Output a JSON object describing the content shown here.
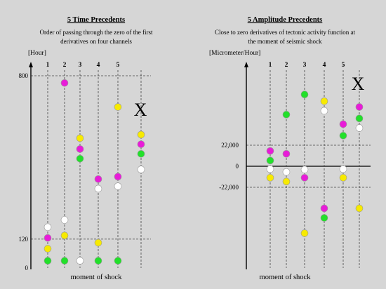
{
  "chart_data": [
    {
      "type": "scatter",
      "title": "5 Time Precedents",
      "subtitle": [
        "Order of passing through the zero of the first",
        "derivatives  on four channels"
      ],
      "ylabel": "[Hour]",
      "xlabel": "moment  of  shock",
      "yticks": [
        {
          "label": "800",
          "value": 800
        },
        {
          "label": "120",
          "value": 120
        },
        {
          "label": "0",
          "value": 0
        }
      ],
      "channels": [
        "1",
        "2",
        "3",
        "4",
        "5"
      ],
      "marker_label": "X",
      "series": [
        {
          "color": "#ffffff",
          "points": [
            [
              1,
              170
            ],
            [
              2,
              200
            ],
            [
              3,
              30
            ],
            [
              4,
              330
            ],
            [
              5,
              340
            ],
            [
              6,
              410
            ]
          ]
        },
        {
          "color": "#f7ea00",
          "points": [
            [
              1,
              80
            ],
            [
              2,
              135
            ],
            [
              3,
              540
            ],
            [
              4,
              105
            ],
            [
              5,
              670
            ],
            [
              6,
              555
            ]
          ]
        },
        {
          "color": "#e81cd8",
          "points": [
            [
              1,
              125
            ],
            [
              2,
              770
            ],
            [
              3,
              495
            ],
            [
              4,
              370
            ],
            [
              5,
              380
            ],
            [
              6,
              515
            ]
          ]
        },
        {
          "color": "#22e02a",
          "points": [
            [
              1,
              30
            ],
            [
              2,
              30
            ],
            [
              3,
              455
            ],
            [
              4,
              30
            ],
            [
              5,
              30
            ],
            [
              6,
              475
            ]
          ]
        }
      ]
    },
    {
      "type": "scatter",
      "title": "5 Amplitude  Precedents",
      "subtitle": [
        "Close to zero derivatives  of tectonic activity function at",
        "the moment of seismic shock"
      ],
      "ylabel": "[Micrometer/Hour]",
      "xlabel": "moment  of  shock",
      "yticks": [
        {
          "label": "22,000",
          "value": 22000
        },
        {
          "label": "0",
          "value": 0
        },
        {
          "label": "-22,000",
          "value": -22000
        }
      ],
      "channels": [
        "1",
        "2",
        "3",
        "4",
        "5"
      ],
      "marker_label": "X",
      "series": [
        {
          "color": "#ffffff",
          "points": [
            [
              1,
              -3000
            ],
            [
              2,
              -6000
            ],
            [
              3,
              -3500
            ],
            [
              4,
              58000
            ],
            [
              5,
              -3000
            ],
            [
              6,
              40000
            ]
          ]
        },
        {
          "color": "#f7ea00",
          "points": [
            [
              1,
              -12000
            ],
            [
              2,
              -16000
            ],
            [
              3,
              -70000
            ],
            [
              4,
              68000
            ],
            [
              5,
              -12000
            ],
            [
              6,
              -44000
            ]
          ]
        },
        {
          "color": "#e81cd8",
          "points": [
            [
              1,
              16000
            ],
            [
              2,
              13000
            ],
            [
              3,
              -12000
            ],
            [
              4,
              -44000
            ],
            [
              5,
              44000
            ],
            [
              6,
              62000
            ]
          ]
        },
        {
          "color": "#22e02a",
          "points": [
            [
              1,
              6000
            ],
            [
              2,
              54000
            ],
            [
              3,
              75000
            ],
            [
              4,
              -54000
            ],
            [
              5,
              32000
            ],
            [
              6,
              50000
            ]
          ]
        }
      ]
    }
  ]
}
